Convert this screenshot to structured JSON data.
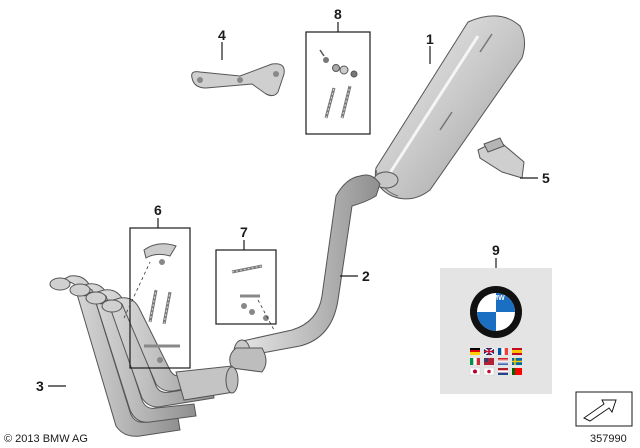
{
  "callouts": {
    "c1": "1",
    "c2": "2",
    "c3": "3",
    "c4": "4",
    "c5": "5",
    "c6": "6",
    "c7": "7",
    "c8": "8",
    "c9": "9"
  },
  "logo_text": "BMW",
  "copyright": "© 2013 BMW AG",
  "reference_number": "357990",
  "icon": "view-direction-arrow-icon",
  "colors": {
    "metal_light": "#d9d9d9",
    "metal_mid": "#b8b8b8",
    "metal_dark": "#8c8c8c",
    "bmw_blue": "#1b6fc2",
    "line": "#1a1a1a"
  }
}
